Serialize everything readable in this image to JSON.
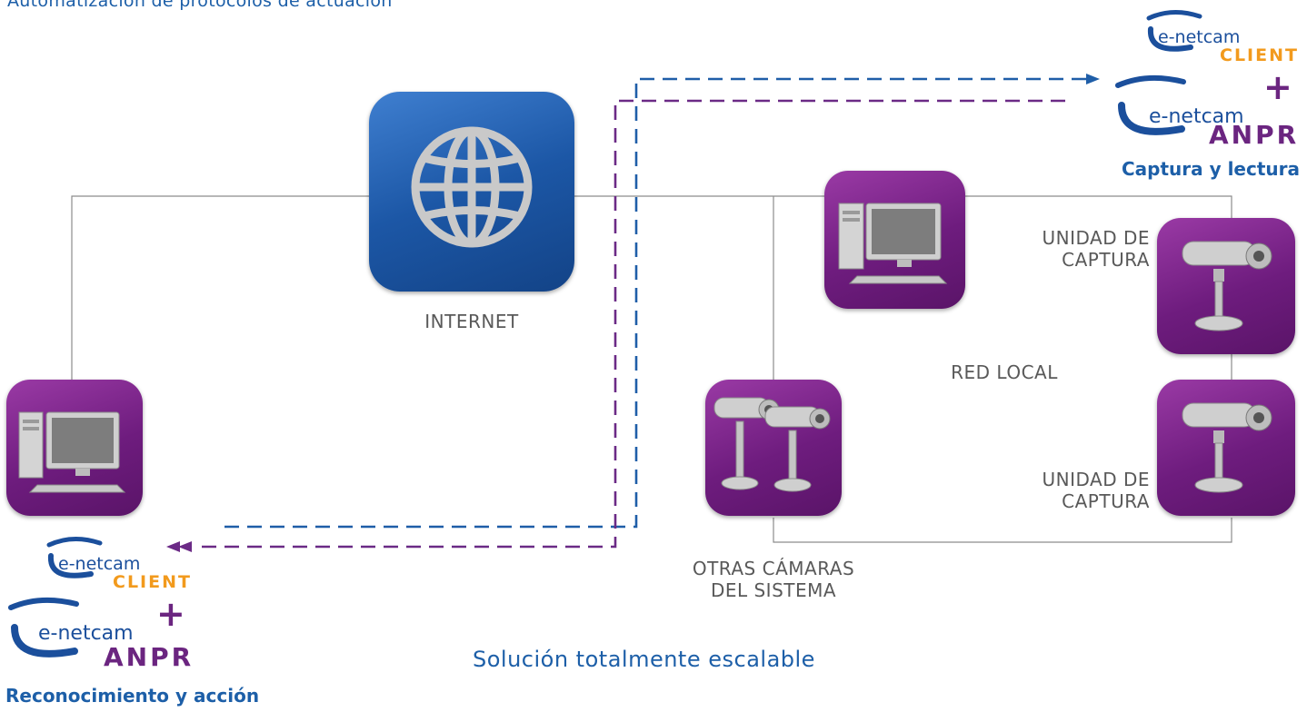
{
  "header": {
    "title": "Automatización de protocolos de actuación"
  },
  "nodes": {
    "internet": {
      "label": "INTERNET"
    },
    "red_local": {
      "label": "RED LOCAL"
    },
    "capture_unit_top": {
      "label_line1": "UNIDAD DE",
      "label_line2": "CAPTURA"
    },
    "capture_unit_bottom": {
      "label_line1": "UNIDAD DE",
      "label_line2": "CAPTURA"
    },
    "other_cameras": {
      "label_line1": "OTRAS CÁMARAS",
      "label_line2": "DEL SISTEMA"
    }
  },
  "logo_top_right": {
    "client_brand": "e-netcam",
    "client_product": "CLIENT",
    "plus": "+",
    "anpr_brand": "e-netcam",
    "anpr_product": "ANPR",
    "caption": "Captura y lectura"
  },
  "logo_bottom_left": {
    "client_brand": "e-netcam",
    "client_product": "CLIENT",
    "plus": "+",
    "anpr_brand": "e-netcam",
    "anpr_product": "ANPR",
    "caption": "Reconocimiento y acción"
  },
  "footer": {
    "text": "Solución totalmente escalable"
  },
  "colors": {
    "tile_purple": "#6e1c7e",
    "tile_blue": "#1c57a6",
    "link_blue": "#1f5ea8",
    "link_purple": "#6b2a86",
    "wire": "#8c8c8c",
    "client_orange": "#f29a1d",
    "anpr_purple": "#6b2580"
  },
  "icons": [
    "globe-icon",
    "computer-icon",
    "camera-icon"
  ]
}
